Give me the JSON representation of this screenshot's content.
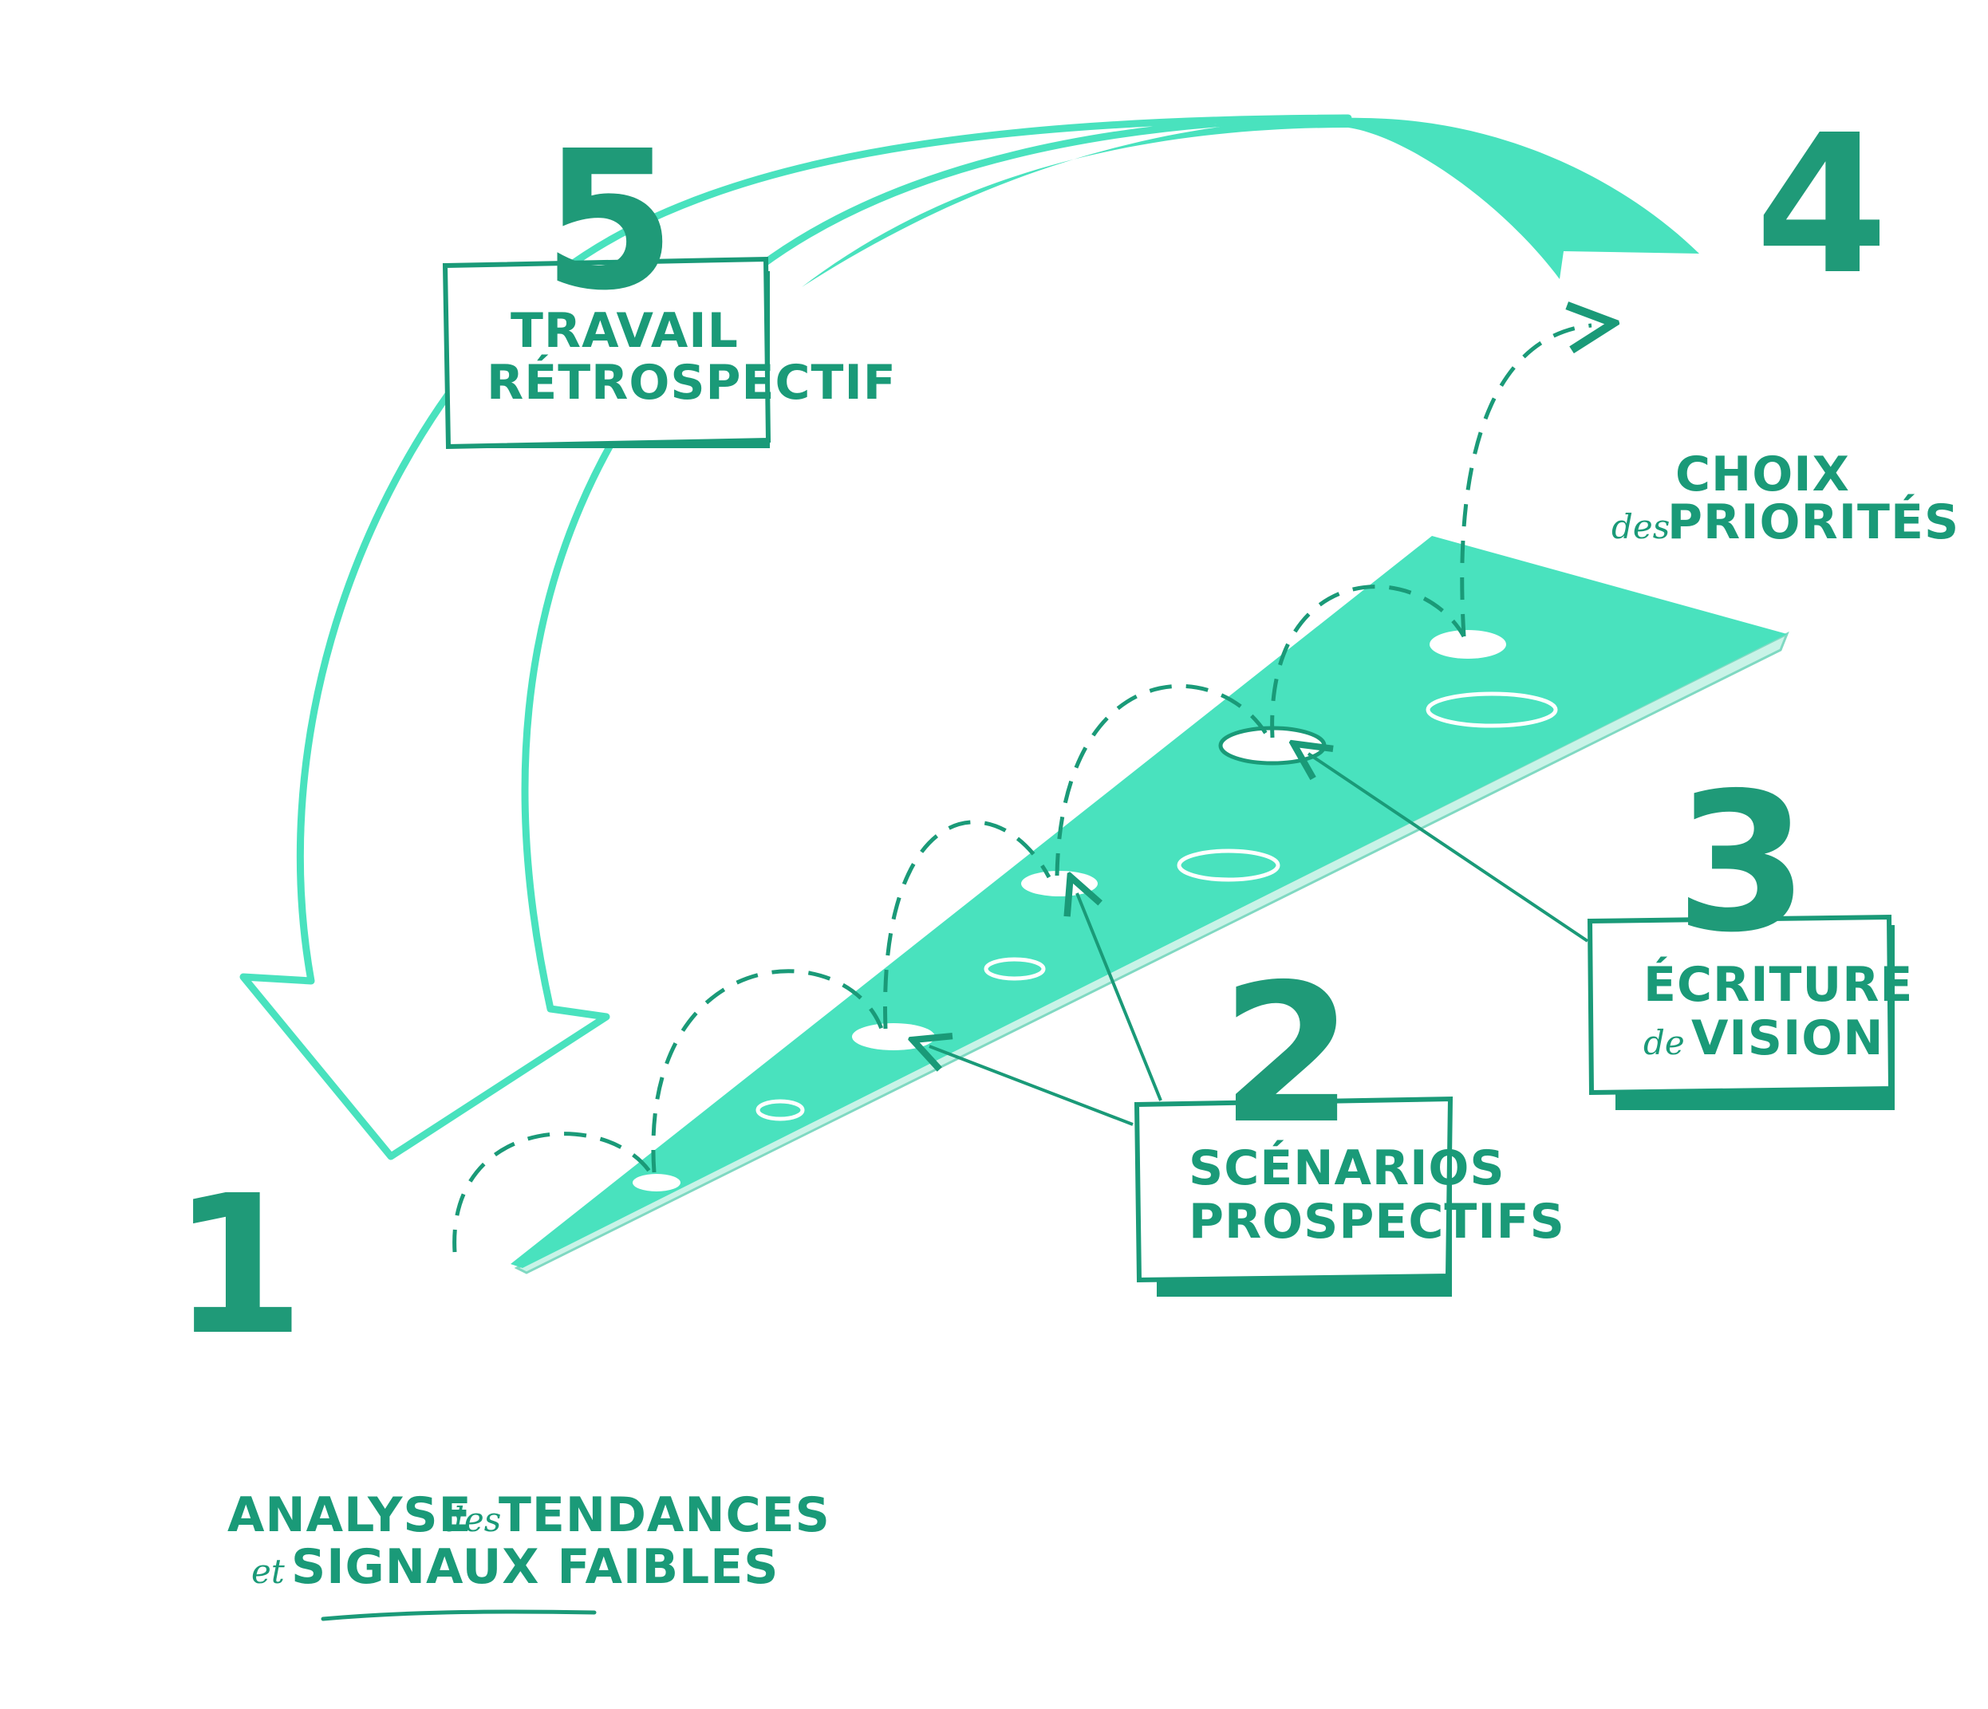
{
  "colors": {
    "mint": "#49e2be",
    "teal": "#1a9a78",
    "dark_teal": "#1f8f70",
    "white": "#ffffff"
  },
  "steps": [
    {
      "number": "1",
      "line1": "ANALYSE",
      "connector1": "des",
      "line1b": "TENDANCES",
      "connector2": "et",
      "line2": "SIGNAUX FAIBLES"
    },
    {
      "number": "2",
      "line1": "SCÉNARIOS",
      "line2": "PROSPECTIFS"
    },
    {
      "number": "3",
      "line1": "ÉCRITURE",
      "connector": "de",
      "line2": "VISION"
    },
    {
      "number": "4",
      "connector": "des",
      "line1": "CHOIX",
      "line2": "PRIORITÉS"
    },
    {
      "number": "5",
      "line1": "TRAVAIL",
      "line2": "RÉTROSPECTIF"
    }
  ]
}
